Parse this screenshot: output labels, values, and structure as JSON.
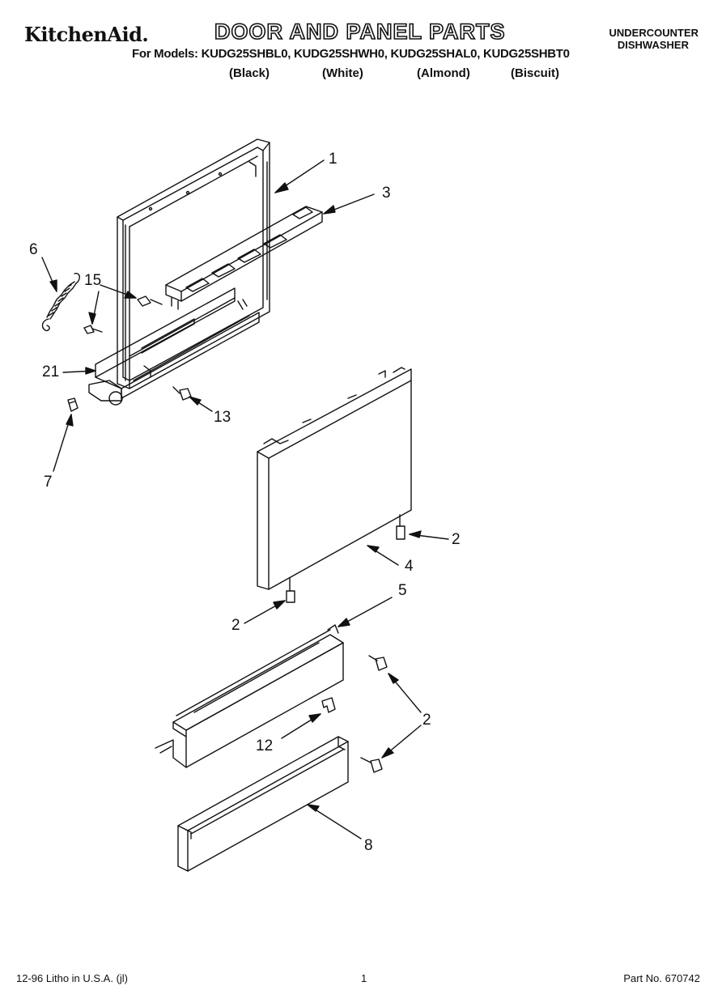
{
  "header": {
    "brand": "KitchenAid.",
    "title": "DOOR AND PANEL PARTS",
    "unit_line1": "UNDERCOUNTER",
    "unit_line2": "DISHWASHER",
    "models_line": "For Models: KUDG25SHBL0, KUDG25SHWH0, KUDG25SHAL0, KUDG25SHBT0",
    "colors": [
      "(Black)",
      "(White)",
      "(Almond)",
      "(Biscuit)"
    ]
  },
  "callouts": [
    "1",
    "3",
    "6",
    "15",
    "21",
    "13",
    "7",
    "2",
    "4",
    "2",
    "5",
    "2",
    "12",
    "8"
  ],
  "footer": {
    "litho": "12-96 Litho in U.S.A. (jl)",
    "page": "1",
    "part_no": "Part No. 670742"
  }
}
